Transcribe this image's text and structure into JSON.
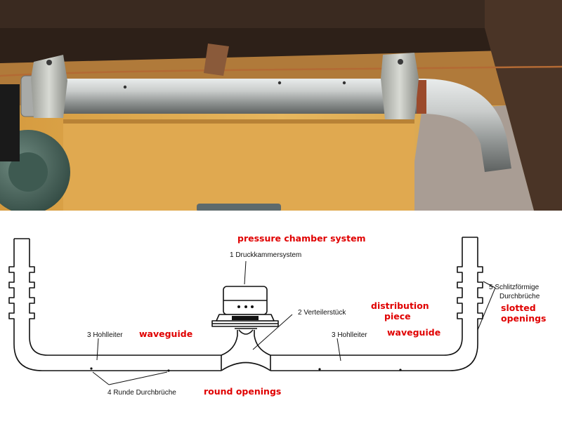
{
  "photo": {
    "alt": "photo of internal horn duct (pipe) with metal clamps inside a wooden cabinet"
  },
  "diagram": {
    "labels_de": {
      "label_1": "1  Druckkammersystem",
      "label_2": "2  Verteilerstück",
      "label_3_left": "3 Hohlleiter",
      "label_3_right": "3 Hohlleiter",
      "label_4": "4  Runde Durchbrüche",
      "label_5_line1": "5  Schlitzförmige",
      "label_5_line2": "Durchbrüche"
    },
    "labels_en": {
      "pressure_chamber": "pressure chamber system",
      "distribution_line1": "distribution",
      "distribution_line2": "piece",
      "waveguide_left": "waveguide",
      "waveguide_right": "waveguide",
      "slotted_line1": "slotted",
      "slotted_line2": "openings",
      "round_openings": "round openings"
    }
  }
}
